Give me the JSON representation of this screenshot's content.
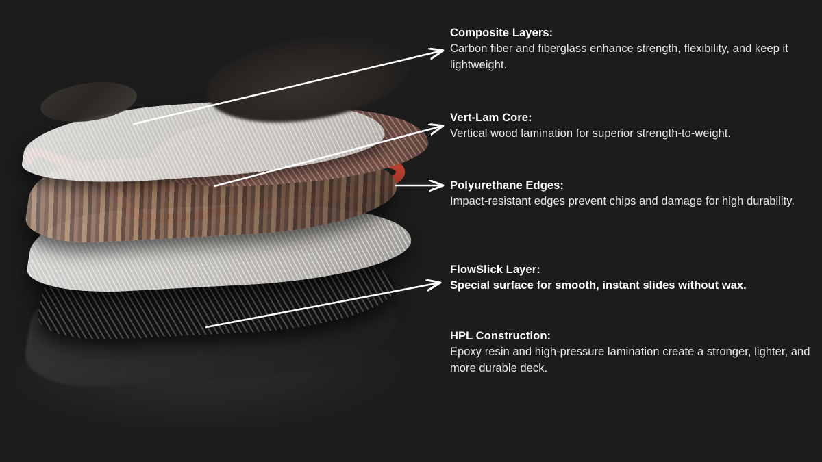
{
  "background_color": "#1c1c1c",
  "palette": {
    "heading_text": "#ffffff",
    "body_text": "#e7e7e7",
    "leader_line": "#ffffff",
    "polyurethane_edge": "#d9503c",
    "wood_core": "#8d6b58",
    "fiberglass": "#dedbd6",
    "carbon_fiber": "#0c0c0c"
  },
  "diagram": {
    "subject": "exploded-snowboard-deck-construction",
    "layers": [
      {
        "name": "topsheet-patch",
        "material": "dark topsheet"
      },
      {
        "name": "fiberglass-top",
        "material": "composite fiberglass sheet"
      },
      {
        "name": "wood-lens-top",
        "material": "brown composite lens"
      },
      {
        "name": "wood-core",
        "material": "vertical wood lamination core"
      },
      {
        "name": "polyurethane-edge",
        "material": "red polyurethane sidewall"
      },
      {
        "name": "fiberglass-bottom",
        "material": "composite fiberglass sheet"
      },
      {
        "name": "carbon-base",
        "material": "carbon fiber twill"
      },
      {
        "name": "base-slab",
        "material": "base sheet"
      }
    ]
  },
  "callouts": [
    {
      "id": "composite-layers",
      "title": "Composite Layers:",
      "body": "Carbon fiber and fiberglass enhance strength, flexibility, and keep it lightweight.",
      "body_bold": false,
      "has_leader": true
    },
    {
      "id": "vert-lam-core",
      "title": "Vert-Lam Core:",
      "body": "Vertical wood lamination for superior strength-to-weight.",
      "body_bold": false,
      "has_leader": true
    },
    {
      "id": "polyurethane-edges",
      "title": "Polyurethane Edges:",
      "body": "Impact-resistant edges prevent chips and damage for high durability.",
      "body_bold": false,
      "has_leader": true
    },
    {
      "id": "flowslick-layer",
      "title": "FlowSlick Layer:",
      "body": "Special surface for smooth, instant slides without wax.",
      "body_bold": true,
      "has_leader": true
    },
    {
      "id": "hpl-construction",
      "title": "HPL Construction:",
      "body": "Epoxy resin and high-pressure lamination create a stronger, lighter, and more durable deck.",
      "body_bold": false,
      "has_leader": false
    }
  ]
}
